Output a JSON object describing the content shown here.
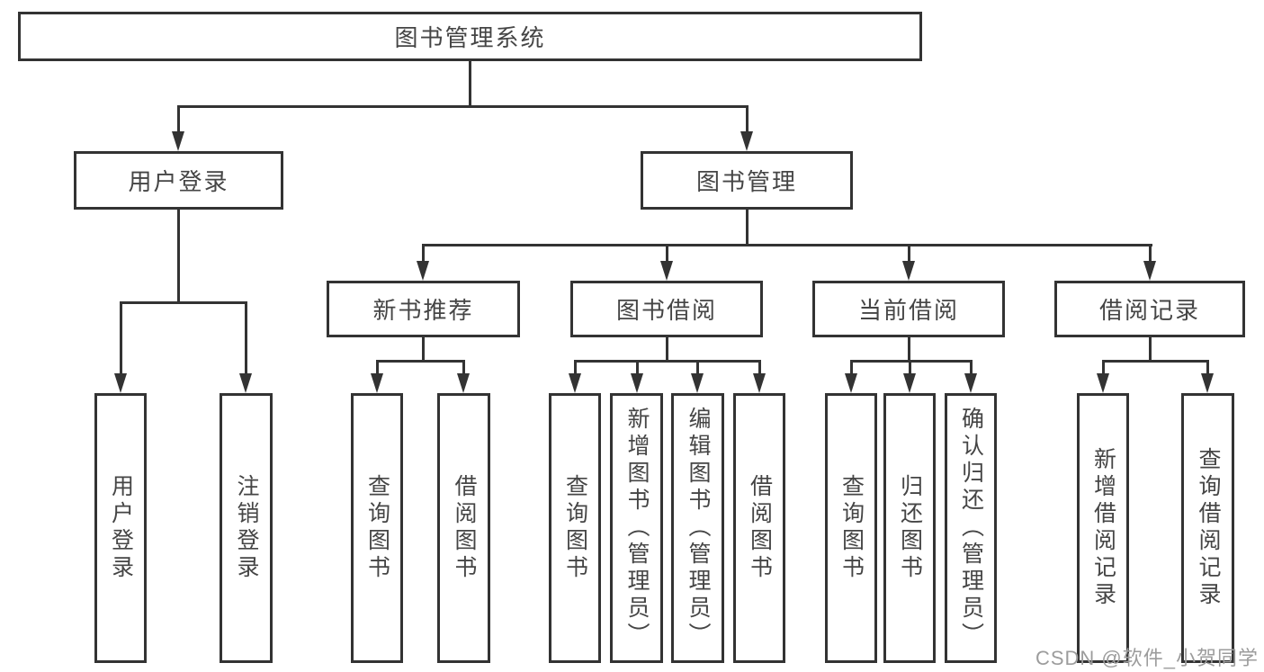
{
  "tree": {
    "root": {
      "label": "图书管理系统",
      "children": [
        {
          "label": "用户登录",
          "children": [
            {
              "label": "用户登录"
            },
            {
              "label": "注销登录"
            }
          ]
        },
        {
          "label": "图书管理",
          "children": [
            {
              "label": "新书推荐",
              "children": [
                {
                  "label": "查询图书"
                },
                {
                  "label": "借阅图书"
                }
              ]
            },
            {
              "label": "图书借阅",
              "children": [
                {
                  "label": "查询图书"
                },
                {
                  "label": "新增图书（管理员）"
                },
                {
                  "label": "编辑图书（管理员）"
                },
                {
                  "label": "借阅图书"
                }
              ]
            },
            {
              "label": "当前借阅",
              "children": [
                {
                  "label": "查询图书"
                },
                {
                  "label": "归还图书"
                },
                {
                  "label": "确认归还（管理员）"
                }
              ]
            },
            {
              "label": "借阅记录",
              "children": [
                {
                  "label": "新增借阅记录"
                },
                {
                  "label": "查询借阅记录"
                }
              ]
            }
          ]
        }
      ]
    }
  },
  "watermark": "CSDN @软件_小贺同学",
  "colors": {
    "line": "#333333",
    "box_fill": "#ffffff",
    "text": "#454545",
    "watermark": "#9c9c9c"
  }
}
